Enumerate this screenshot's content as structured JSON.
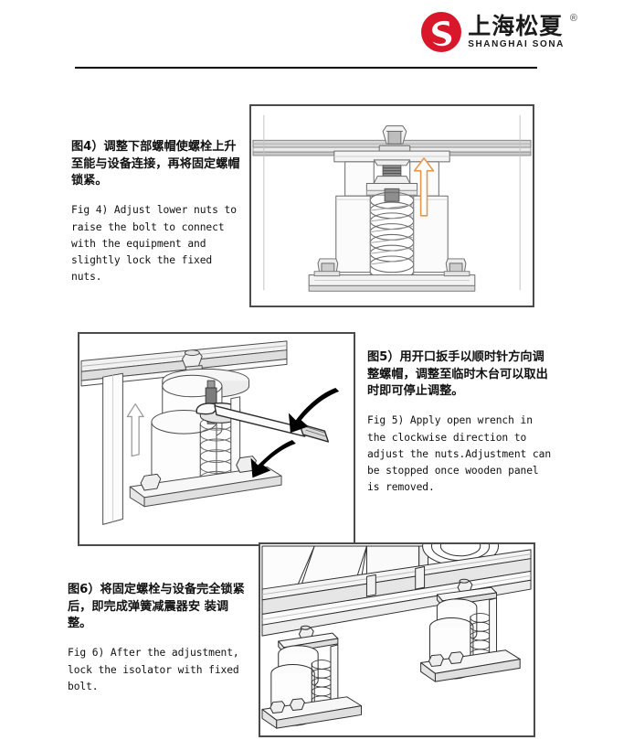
{
  "document": {
    "type": "installation-instruction-sheet",
    "language": "zh-CN / en",
    "page_background": "#ffffff"
  },
  "header": {
    "logo": {
      "mark_name": "sona-s-emblem",
      "mark_color": "#D8172A",
      "chinese_name": "上海松夏",
      "english_name": "SHANGHAI SONA",
      "registered_symbol": "®"
    },
    "rule_color": "#000000"
  },
  "colors": {
    "accent_orange": "#E8954A",
    "frame_border": "#4b4b4b",
    "line_art": "#5a5a5a",
    "text": "#111111",
    "brand_red": "#D8172A"
  },
  "sections": [
    {
      "id": "fig4",
      "caption_cn": "图4）调整下部螺帽使螺栓上升至能与设备连接，再将固定螺帽锁紧。",
      "caption_en": "Fig 4) Adjust lower nuts to raise the bolt to connect with the equipment and slightly lock the fixed nuts.",
      "figure_alt": "Front elevation of spring vibration isolator under equipment rail with orange upward arrow showing bolt rising",
      "arrow": {
        "name": "up-arrow",
        "direction": "up",
        "color": "#E8954A",
        "style": "outline"
      }
    },
    {
      "id": "fig5",
      "caption_cn": "图5）用开口扳手以顺时针方向调整螺帽，调整至临时木台可以取出时即可停止调整。",
      "caption_en": "Fig 5) Apply open wrench in the clockwise direction to adjust the nuts.Adjustment can be stopped once wooden panel is removed.",
      "figure_alt": "Isometric view of isolator with open-end wrench turning the adjusting nut, two black curved arrows indicating clockwise motion",
      "arrows": [
        {
          "name": "wrench-push-arrow",
          "direction": "down-left",
          "color": "#000000",
          "style": "solid"
        },
        {
          "name": "wrench-sweep-arrow",
          "direction": "down-left",
          "color": "#000000",
          "style": "solid"
        },
        {
          "name": "bolt-rise-arrow",
          "direction": "up",
          "color": "#9a9a9a",
          "style": "outline"
        }
      ]
    },
    {
      "id": "fig6",
      "caption_cn": "图6）将固定螺栓与设备完全锁紧后，即完成弹簧减震器安 装调整。",
      "caption_en": "Fig 6) After the adjustment, lock the isolator with fixed bolt.",
      "figure_alt": "Isometric view of equipment base rail supported by two installed spring isolators after final lock-down"
    }
  ]
}
